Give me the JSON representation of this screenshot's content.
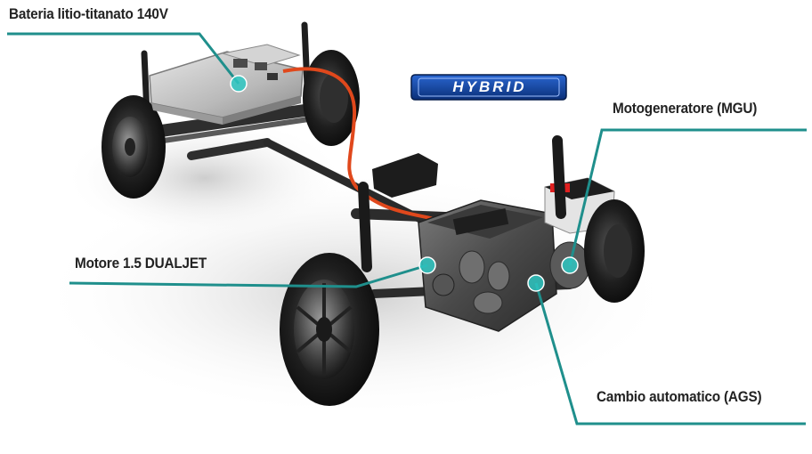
{
  "labels": {
    "battery": "Bateria litio-titanato 140V",
    "engine": "Motore 1.5 DUALJET",
    "mgu": "Motogeneratore (MGU)",
    "ags": "Cambio automatico (AGS)"
  },
  "badge": {
    "text": "HYBRID"
  },
  "colors": {
    "callout_line": "#1f8f8c",
    "marker": "#2ec7c2",
    "badge_bg": "#0c3a8a",
    "hv_cable": "#e0481c",
    "chassis": "#3a3a3a"
  }
}
